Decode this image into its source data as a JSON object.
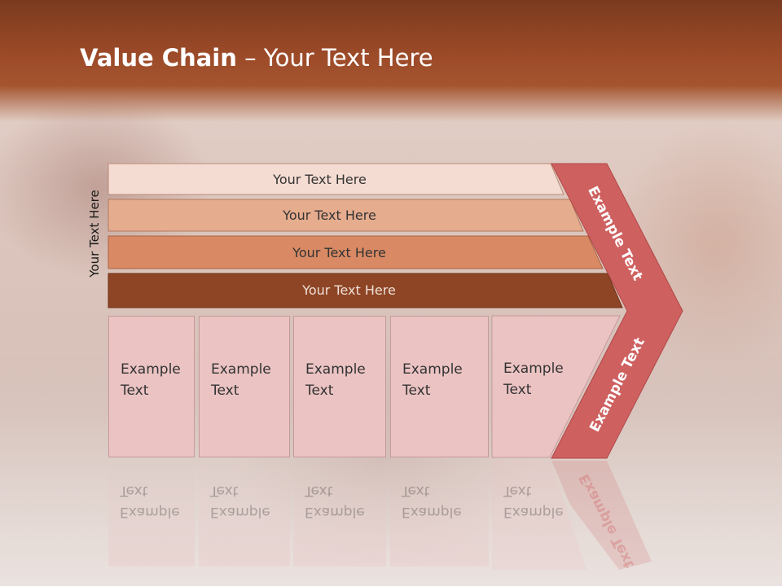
{
  "slide": {
    "title_bold": "Value Chain",
    "title_rest": " – Your Text Here",
    "side_label": "Your Text Here"
  },
  "bars": [
    {
      "label": "Your Text Here",
      "color": "#f5dcd2"
    },
    {
      "label": "Your Text Here",
      "color": "#e6ac8e"
    },
    {
      "label": "Your Text Here",
      "color": "#d98a64"
    },
    {
      "label": "Your Text Here",
      "color": "#8e4525"
    }
  ],
  "cells": [
    {
      "line1": "Example",
      "line2": "Text"
    },
    {
      "line1": "Example",
      "line2": "Text"
    },
    {
      "line1": "Example",
      "line2": "Text"
    },
    {
      "line1": "Example",
      "line2": "Text"
    },
    {
      "line1": "Example",
      "line2": "Text"
    }
  ],
  "chevron": {
    "upper_text": "Example Text",
    "lower_text": "Example Text",
    "color": "#cf6060"
  },
  "colors": {
    "header": "#9c4a28",
    "cell_fill": "#ebc3c3"
  }
}
